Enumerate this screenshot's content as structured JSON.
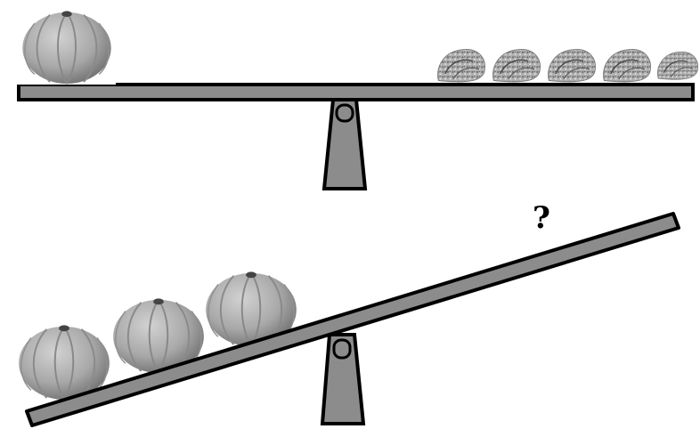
{
  "scene": {
    "top_seesaw": {
      "state": "balanced",
      "left_items": [
        {
          "kind": "pumpkin"
        }
      ],
      "right_items": [
        {
          "kind": "cauliflower"
        },
        {
          "kind": "cauliflower"
        },
        {
          "kind": "cauliflower"
        },
        {
          "kind": "cauliflower"
        },
        {
          "kind": "cauliflower"
        }
      ]
    },
    "bottom_seesaw": {
      "state": "tilted-left-down",
      "left_items": [
        {
          "kind": "pumpkin"
        },
        {
          "kind": "pumpkin"
        },
        {
          "kind": "pumpkin"
        }
      ],
      "right_items": [],
      "unknown_marker": "?"
    }
  },
  "colors": {
    "plank": "#8c8c8c",
    "stand": "#8c8c8c",
    "outline": "#000000",
    "pumpkin_light": "#c4c4c4",
    "pumpkin_dark": "#7e7e7e",
    "cauliflower": "#9a9a9a"
  }
}
